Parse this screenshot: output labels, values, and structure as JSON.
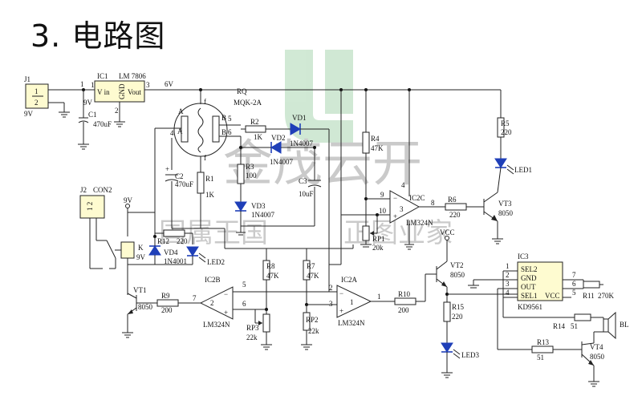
{
  "title": "3. 电路图",
  "watermark": {
    "brand": "金茂云开",
    "slogan_left": "国属王国",
    "slogan_right": "正图业家"
  },
  "labels": {
    "J1": "J1",
    "j1_pin1": "1",
    "j1_pin2": "2",
    "j1_v": "9V",
    "pin1": "1",
    "pin3": "3",
    "pin2": "2",
    "IC1": "IC1",
    "LM7806": "LM 7806",
    "vin": "V in",
    "gnd": "GND",
    "vout": "Vout",
    "v9": "9V",
    "v6": "6V",
    "C1": "C1",
    "C1v": "470uF",
    "RQ": "RQ",
    "MQK": "MQK-2A",
    "pA": "A",
    "pA2": "A",
    "pB": "B",
    "pB2": "B",
    "pf1": "f",
    "pf2": "f",
    "pin5": "5",
    "pin6": "6",
    "R2": "R2",
    "R2v": "1K",
    "VD1": "VD1",
    "VD1v": "1N4007",
    "VD2": "VD2",
    "VD2v": "1N4007",
    "R3": "R3",
    "R3v": "100",
    "R1": "R1",
    "R1v": "1K",
    "C2": "C2",
    "C2v": "470uF",
    "VD3": "VD3",
    "VD3v": "1N4007",
    "C3": "C3",
    "C3v": "10uF",
    "R4": "R4",
    "R4v": "47K",
    "R5": "R5",
    "R5v": "220",
    "LED1": "LED1",
    "IC2C": "IC2C",
    "n9": "9",
    "n10": "10",
    "n8": "8",
    "n3b": "3",
    "n4": "4",
    "LM324N_1": "LM324N",
    "R6": "R6",
    "R6v": "220",
    "VT3": "VT3",
    "VT3v": "8050",
    "RP1": "RP1",
    "RP1v": "20k",
    "J2": "J2",
    "CON2": "CON2",
    "v9b": "9V",
    "K": "K",
    "Kv": "9V",
    "R12": "R12",
    "R12v": "220",
    "VD4": "VD4",
    "VD4v": "1N4001",
    "LED2": "LED2",
    "VT1": "VT1",
    "VT1v": "8050",
    "R9": "R9",
    "R9v": "200",
    "IC2B": "IC2B",
    "n7": "7",
    "n5": "5",
    "n6": "6",
    "LM324N_2": "LM324N",
    "R8": "R8",
    "R8v": "47K",
    "R7": "R7",
    "R7v": "47K",
    "RP3": "RP3",
    "RP3v": "22k",
    "RP2": "RP2",
    "RP2v": "22k",
    "IC2A": "IC2A",
    "n2": "2",
    "n3": "3",
    "n1": "1",
    "LM324N_3": "LM324N",
    "R10": "R10",
    "R10v": "200",
    "VCC": "VCC",
    "VT2": "VT2",
    "VT2v": "8050",
    "R15": "R15",
    "R15v": "220",
    "LED3": "LED3",
    "IC3": "IC3",
    "SEL2": "SEL2",
    "GND3": "GND",
    "OUT": "OUT",
    "SEL1": "SEL1",
    "VCCi": "VCC",
    "KD9561": "KD9561",
    "p1": "1",
    "p2": "2",
    "p3": "3",
    "p4": "4",
    "p7": "7",
    "p6": "6",
    "p5": "5",
    "R11": "R11",
    "R11v": "270K",
    "R14": "R14",
    "R14v": "51",
    "BL": "BL",
    "R13": "R13",
    "R13v": "51",
    "VT4": "VT4",
    "VT4v": "8050"
  }
}
